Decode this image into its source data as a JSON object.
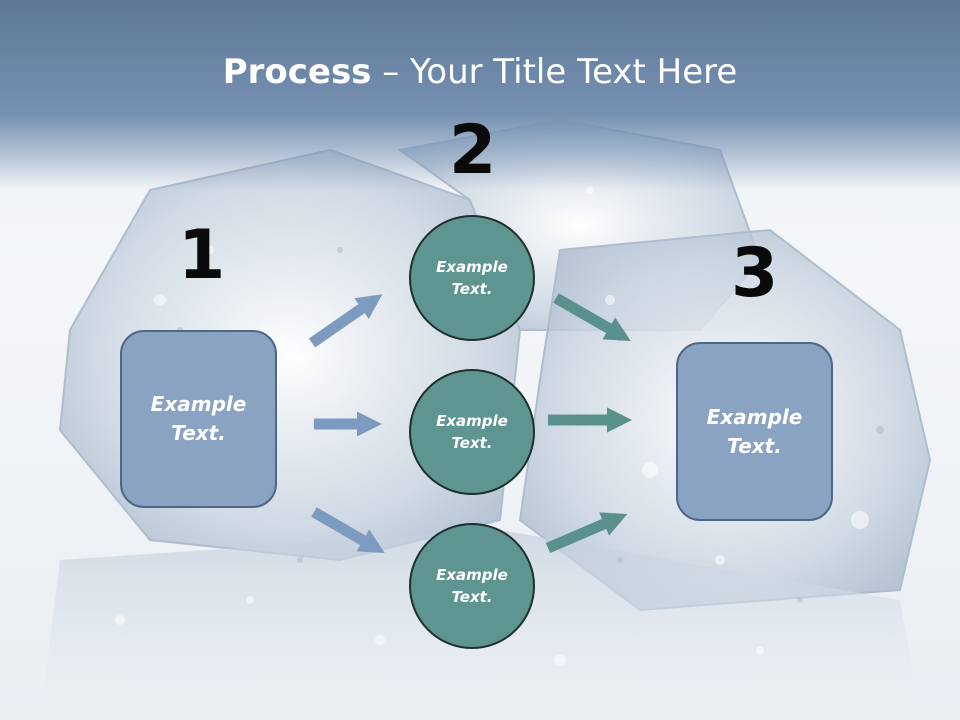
{
  "title": {
    "bold": "Process",
    "rest": " – Your Title Text Here"
  },
  "steps": {
    "one": "1",
    "two": "2",
    "three": "3"
  },
  "left_box": {
    "line1": "Example",
    "line2": "Text."
  },
  "right_box": {
    "line1": "Example",
    "line2": "Text."
  },
  "circles": [
    {
      "line1": "Example",
      "line2": "Text."
    },
    {
      "line1": "Example",
      "line2": "Text."
    },
    {
      "line1": "Example",
      "line2": "Text."
    }
  ],
  "colors": {
    "box_fill": "#8aa3c2",
    "circle_fill": "#5f9591",
    "arrow_blue": "#7d9bc0",
    "arrow_teal": "#5a918c",
    "header": "#6a84a6"
  }
}
